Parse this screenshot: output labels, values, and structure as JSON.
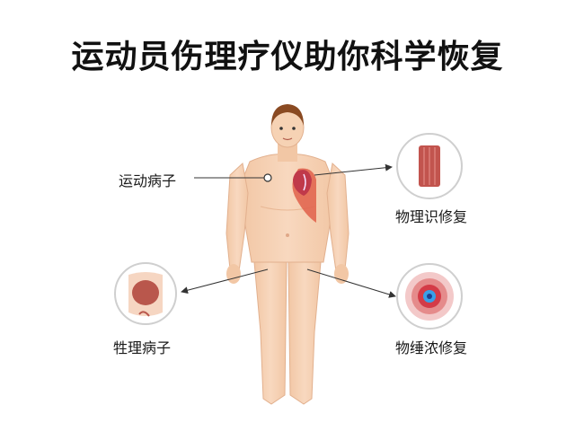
{
  "title": "运动员伤理疗仪助你科学恢复",
  "labels": {
    "left_top": "运动病子",
    "right_top": "物理识修复",
    "left_bottom": "牲理病子",
    "right_bottom": "物缍浓修复"
  },
  "icons": {
    "right_top": "muscle-fiber-icon",
    "left_bottom": "knee-joint-icon",
    "right_bottom": "inflammation-target-icon"
  },
  "colors": {
    "skin": "#f6d2b4",
    "hair": "#8a4a22",
    "injury": "#e0604a",
    "muscle": "#c0394a",
    "target_core": "#1f6fd1"
  }
}
